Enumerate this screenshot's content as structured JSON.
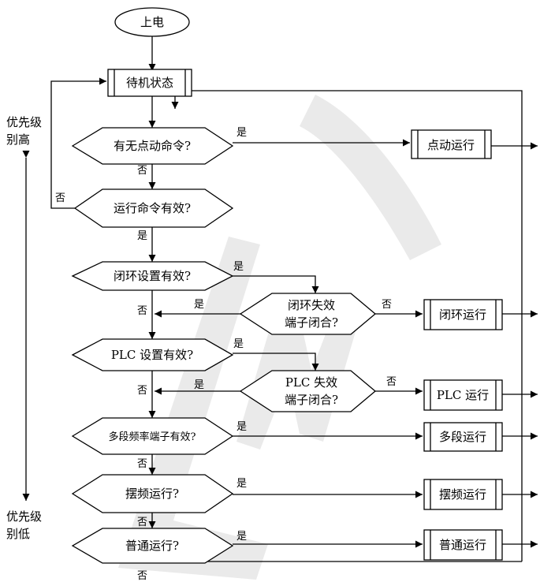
{
  "watermark": "ENC",
  "nodes": {
    "power_on": "上电",
    "standby": "待机状态",
    "jog_cmd": "有无点动命令?",
    "run_valid": "运行命令有效?",
    "closed_loop_set": "闭环设置有效?",
    "closed_loop_fail_1": "闭环失效",
    "closed_loop_fail_2": "端子闭合?",
    "plc_set": "PLC 设置有效?",
    "plc_fail_1": "PLC 失效",
    "plc_fail_2": "端子闭合?",
    "multi_step": "多段频率端子有效?",
    "wobble": "摆频运行?",
    "normal": "普通运行?"
  },
  "actions": {
    "jog_run": "点动运行",
    "closed_loop_run": "闭环运行",
    "plc_run": "PLC 运行",
    "multi_run": "多段运行",
    "wobble_run": "摆频运行",
    "normal_run": "普通运行"
  },
  "labels": {
    "yes": "是",
    "no": "否"
  },
  "priority": {
    "high_1": "优先级",
    "high_2": "别高",
    "low_1": "优先级",
    "low_2": "别低"
  }
}
